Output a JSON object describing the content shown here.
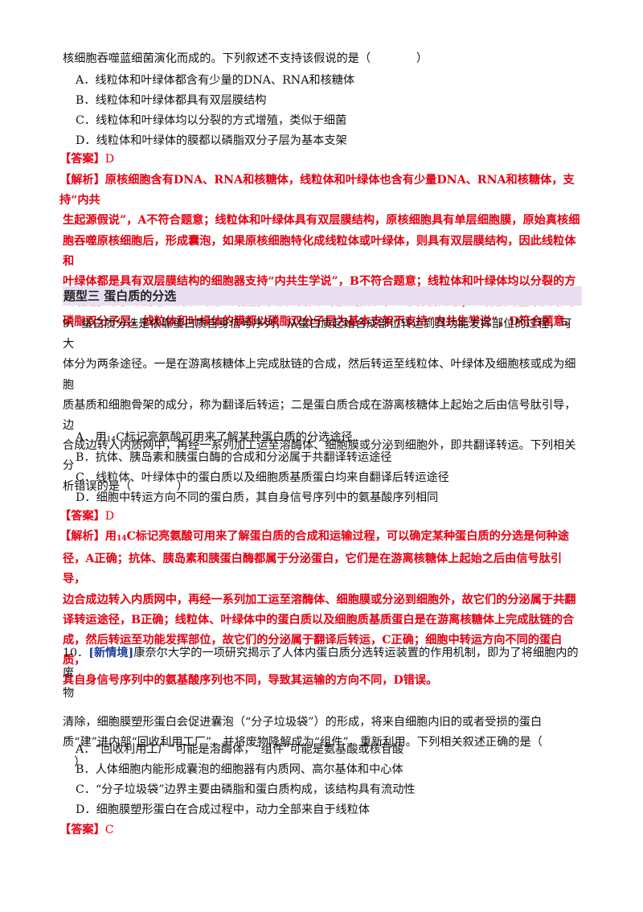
{
  "q8": {
    "stem_tail": "核细胞吞噬蓝细菌演化而成的。下列叙述不支持该假说的是（　　　　）",
    "options": [
      "A．线粒体和叶绿体都含有少量的DNA、RNA和核糖体",
      "B．线粒体和叶绿体都具有双层膜结构",
      "C．线粒体和叶绿体均以分裂的方式增殖，类似于细菌",
      "D．线粒体和叶绿体的膜都以磷脂双分子层为基本支架"
    ],
    "answer_label": "【答案】",
    "answer": "D",
    "analysis_label": "【解析】",
    "analysis_lines": [
      "原核细胞含有DNA、RNA和核糖体，线粒体和叶绿体也含有少量DNA、RNA和核糖体，支持“内共",
      "生起源假说”，A不符合题意；线粒体和叶绿体具有双层膜结构，原核细胞具有单层细胞膜，原始真核细",
      "胞吞噬原核细胞后，形成囊泡，如果原核细胞特化成线粒体或叶绿体，则具有双层膜结构，因此线粒体和",
      "叶绿体都是具有双层膜结构的细胞器支持“内共生学说”，B不符合题意；线粒体和叶绿体均以分裂的方",
      "式增殖，原核细胞也以分裂的方式增殖，支持“内共生起源假说”，C不符合题意；生物膜的基本支架为",
      "磷脂双分子层，线粒体和叶绿体的膜都以磷脂双分子层为基本支架不支持“内共生学说”，D符合题意。"
    ]
  },
  "section": {
    "title": "题型三 蛋白质的分选"
  },
  "q9": {
    "stem_lines": [
      "9．蛋白质分选是依靠蛋白质自身信号序列，从蛋白质起始合成部位转运到其功能发挥部位的过程，可大",
      "体分为两条途径。一是在游离核糖体上完成肽链的合成，然后转运至线粒体、叶绿体及细胞核或成为细胞",
      "质基质和细胞骨架的成分，称为翻译后转运；二是蛋白质合成在游离核糖体上起始之后由信号肽引导，边",
      "合成边转入内质网中，再经一系列加工运至溶酶体、细胞膜或分泌到细胞外，即共翻译转运。下列相关分",
      "析错误的是（　　　　）"
    ],
    "optA_pre": "A．用",
    "optA_sub": "14",
    "optA_post": "C标记亮氨酸可用来了解某种蛋白质的分选途径",
    "options": [
      "B．抗体、胰岛素和胰蛋白酶的合成和分泌属于共翻译转运途径",
      "C．线粒体、叶绿体中的蛋白质以及细胞质基质蛋白均来自翻译后转运途径",
      "D．细胞中转运方向不同的蛋白质，其自身信号序列中的氨基酸序列相同"
    ],
    "answer_label": "【答案】",
    "answer": "D",
    "analysis_label": "【解析】",
    "analysis_first_pre": "用",
    "analysis_first_sub": "14",
    "analysis_first_post": "C标记亮氨酸可用来了解蛋白质的合成和运输过程，可以确定某种蛋白质的分选是何种途",
    "analysis_lines": [
      "径，A正确；抗体、胰岛素和胰蛋白酶都属于分泌蛋白，它们是在游离核糖体上起始之后由信号肽引导，",
      "边合成边转入内质网中，再经一系列加工运至溶酶体、细胞膜或分泌到细胞外，故它们的分泌属于共翻",
      "译转运途径，B正确；线粒体、叶绿体中的蛋白质以及细胞质基质蛋白是在游离核糖体上完成肽链的合",
      "成，然后转运至功能发挥部位，故它们的分泌属于翻译后转运，C正确；细胞中转运方向不同的蛋白质，",
      "其自身信号序列中的氨基酸序列也不同，导致其运输的方向不同，D错误。"
    ]
  },
  "q10": {
    "num": "10．",
    "new_tag": "[新情境]",
    "stem_first": "康奈尔大学的一项研究揭示了人体内蛋白质分选转运装置的作用机制，即为了将细胞内的废",
    "stem_lines": [
      "物",
      "清除，细胞膜塑形蛋白会促进囊泡（“分子垃圾袋”）的形成，将来自细胞内旧的或者受损的蛋白",
      "质“建”进内部“回收利用工厂”，并将废物降解成为“组件”，重新利用。下列相关叙述正确的是（",
      "　）"
    ],
    "options": [
      "A．“回收利用工厂”可能是溶酶体，“组件”可能是氨基酸或核苷酸",
      "B．人体细胞内能形成囊泡的细胞器有内质网、高尔基体和中心体",
      "C．“分子垃圾袋”边界主要由磷脂和蛋白质构成，该结构具有流动性",
      "D．细胞膜塑形蛋白在合成过程中，动力全部来自于线粒体"
    ],
    "answer_label": "【答案】",
    "answer": "C"
  }
}
